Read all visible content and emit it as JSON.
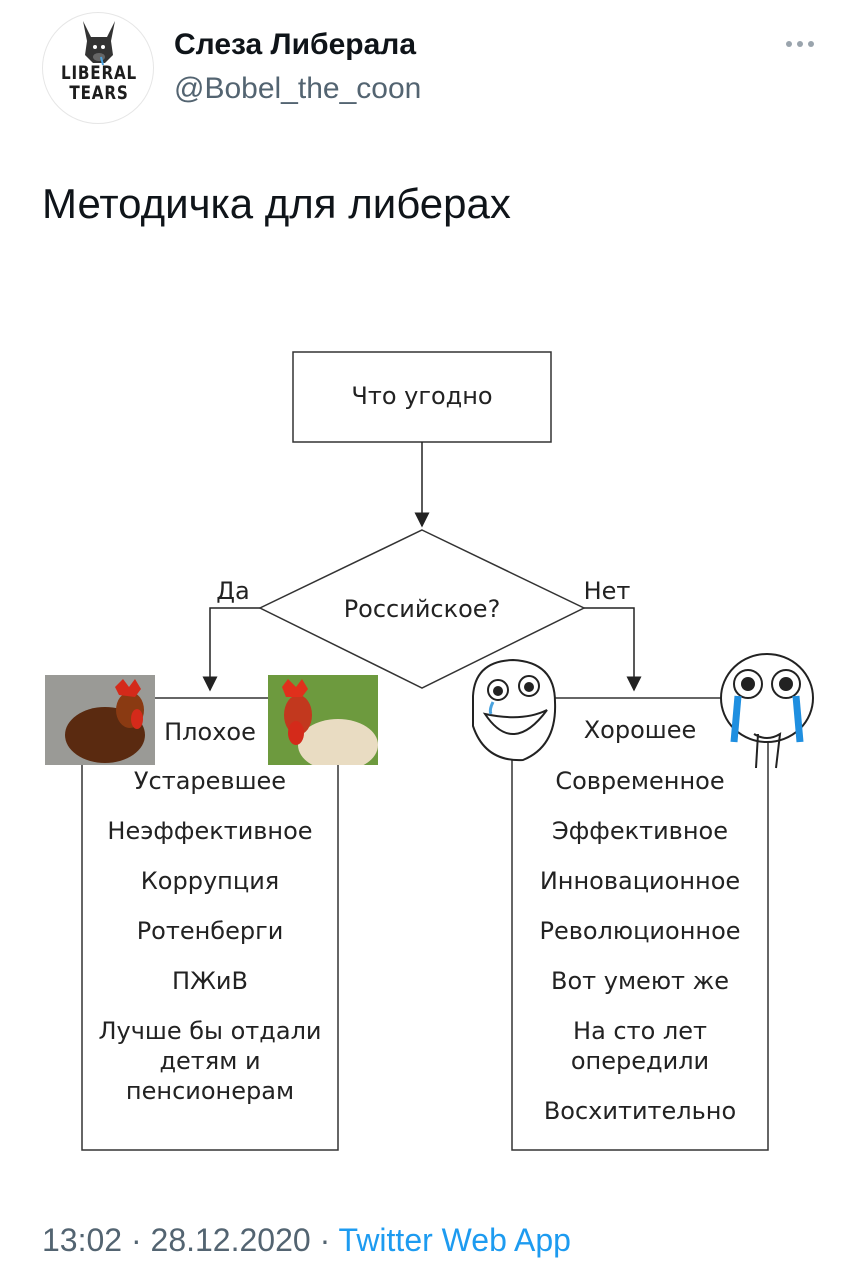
{
  "tweet": {
    "display_name": "Слеза Либерала",
    "handle": "@Bobel_the_coon",
    "avatar_text": "LIBERAL TEARS",
    "text": "Методичка для либерах",
    "time": "13:02",
    "separator": "·",
    "date": "28.12.2020",
    "app": "Twitter Web App"
  },
  "diagram": {
    "start_label": "Что угодно",
    "question": "Российское?",
    "yes_label": "Да",
    "no_label": "Нет",
    "left_title": "Плохое",
    "right_title": "Хорошее",
    "left_items": [
      "Устаревшее",
      "Неэффективное",
      "Коррупция",
      "Ротенберги",
      "ПЖиВ",
      "Лучше бы отдали\nдетям и\nпенсионерам"
    ],
    "right_items": [
      "Современное",
      "Эффективное",
      "Инновационное",
      "Революционное",
      "Вот умеют же",
      "На сто лет\nопередили",
      "Восхитительно"
    ]
  },
  "icons": {
    "more": "more-dots-icon",
    "avatar": "donkey-logo-icon",
    "left_images": [
      "rooster-photo",
      "rooster-photo"
    ],
    "right_images": [
      "happy-rage-face",
      "crying-rage-face"
    ]
  },
  "colors": {
    "text": "#0f1419",
    "secondary": "#536471",
    "link": "#1d9bf0"
  }
}
